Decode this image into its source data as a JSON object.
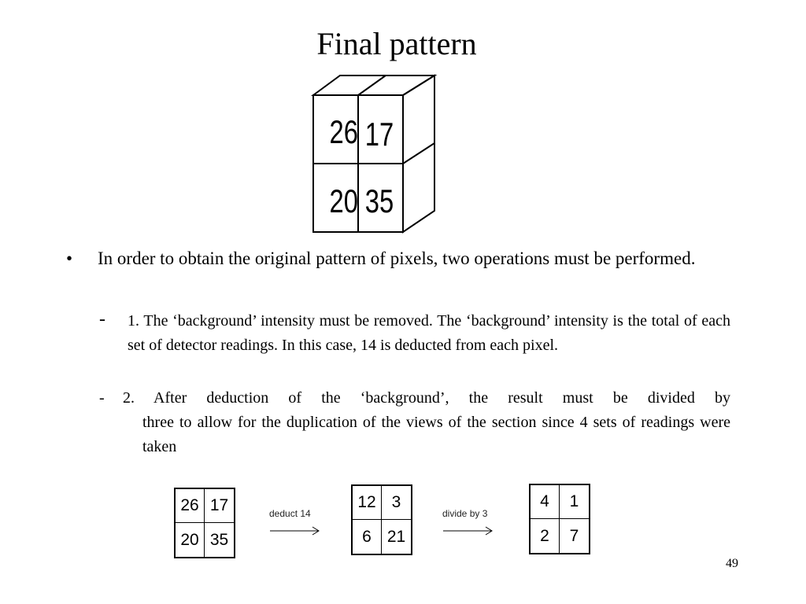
{
  "slide": {
    "title": "Final pattern",
    "page_number": "49"
  },
  "cube": {
    "values": [
      "26",
      "17",
      "20",
      "35"
    ]
  },
  "bullet": {
    "symbol": "•",
    "text": "In order to obtain the original pattern of pixels, two operations must be performed."
  },
  "sub_points": [
    {
      "dash": "-",
      "text": "1. The ‘background’ intensity must be removed. The ‘background’ intensity is the total of each set of detector readings. In this case, 14 is deducted from each pixel."
    },
    {
      "dash": "-",
      "line1": "2. After deduction of the ‘background’, the result must be divided by",
      "rest": "three to allow for the duplication of the views of the section since 4 sets of readings were taken"
    }
  ],
  "process": {
    "grid_start": [
      "26",
      "17",
      "20",
      "35"
    ],
    "op1_label": "deduct 14",
    "grid_mid": [
      "12",
      "3",
      "6",
      "21"
    ],
    "op2_label": "divide by 3",
    "grid_end": [
      "4",
      "1",
      "2",
      "7"
    ]
  }
}
